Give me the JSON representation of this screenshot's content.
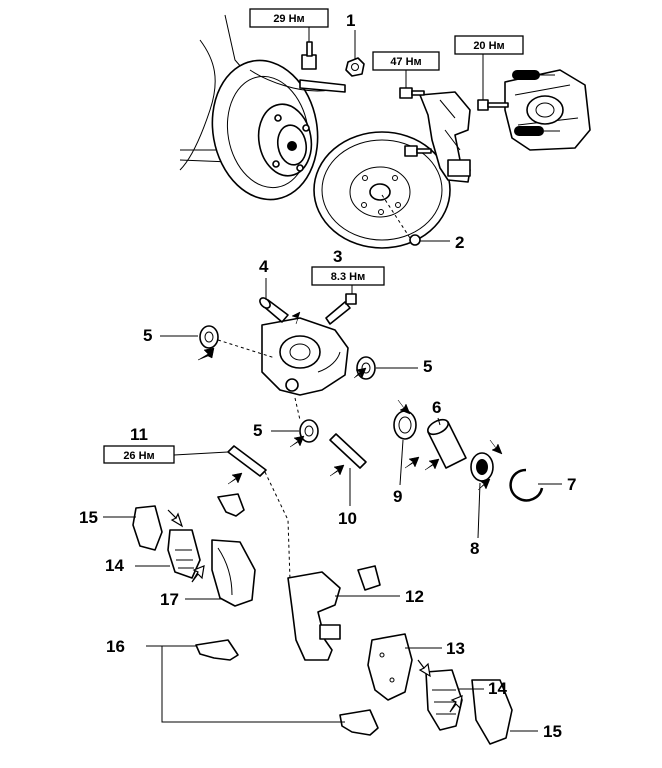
{
  "torque_labels": {
    "t1": "29 Нм",
    "t2": "47 Нм",
    "t3": "20 Нм",
    "t4": "8.3 Нм",
    "t5": "26 Нм"
  },
  "callouts": {
    "c1": "1",
    "c2": "2",
    "c3": "3",
    "c4": "4",
    "c5a": "5",
    "c5b": "5",
    "c5c": "5",
    "c6": "6",
    "c7": "7",
    "c8": "8",
    "c9": "9",
    "c10": "10",
    "c11": "11",
    "c12": "12",
    "c13": "13",
    "c14a": "14",
    "c14b": "14",
    "c15a": "15",
    "c15b": "15",
    "c16": "16",
    "c17": "17"
  }
}
